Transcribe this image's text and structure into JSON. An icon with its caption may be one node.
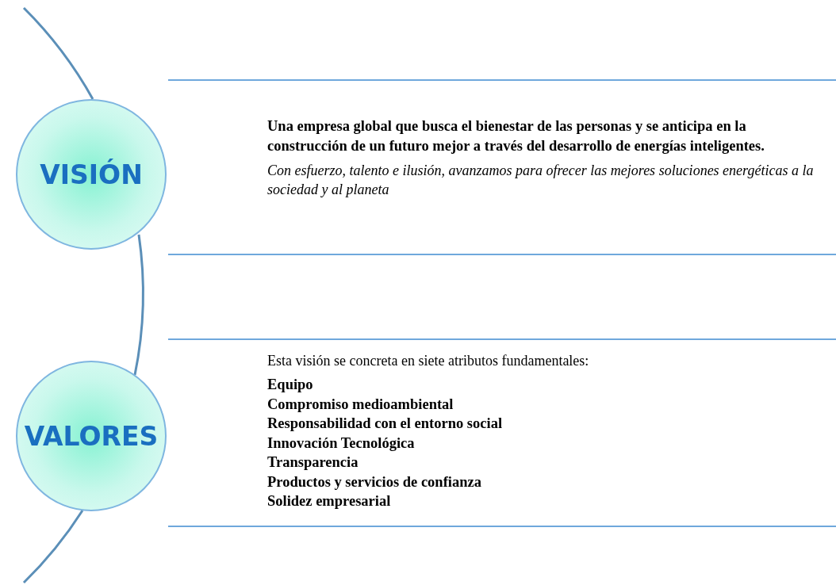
{
  "diagram": {
    "nodes": [
      {
        "text": [
          "VISIÓN"
        ]
      },
      {
        "text": [
          "Una empresa global que busca el bienestar de las personas y se anticipa en la construcción de un futuro mejor a través del desarrollo de energías inteligentes.",
          "Con esfuerzo, talento e ilusión, avanzamos para ofrecer las mejores soluciones energéticas a la sociedad y al planeta"
        ]
      },
      {
        "text": [
          "VALORES"
        ]
      },
      {
        "text": [
          "Esta visión se concreta en siete atributos fundamentales:",
          "Equipo",
          "Compromiso medioambiental",
          "Responsabilidad con el entorno social",
          "Innovación Tecnológica",
          "Transparencia",
          "Productos y servicios de confianza",
          "Solidez empresarial"
        ]
      }
    ],
    "edges": [
      {
        "from": 0,
        "to": 2,
        "arrow": "none"
      }
    ]
  }
}
